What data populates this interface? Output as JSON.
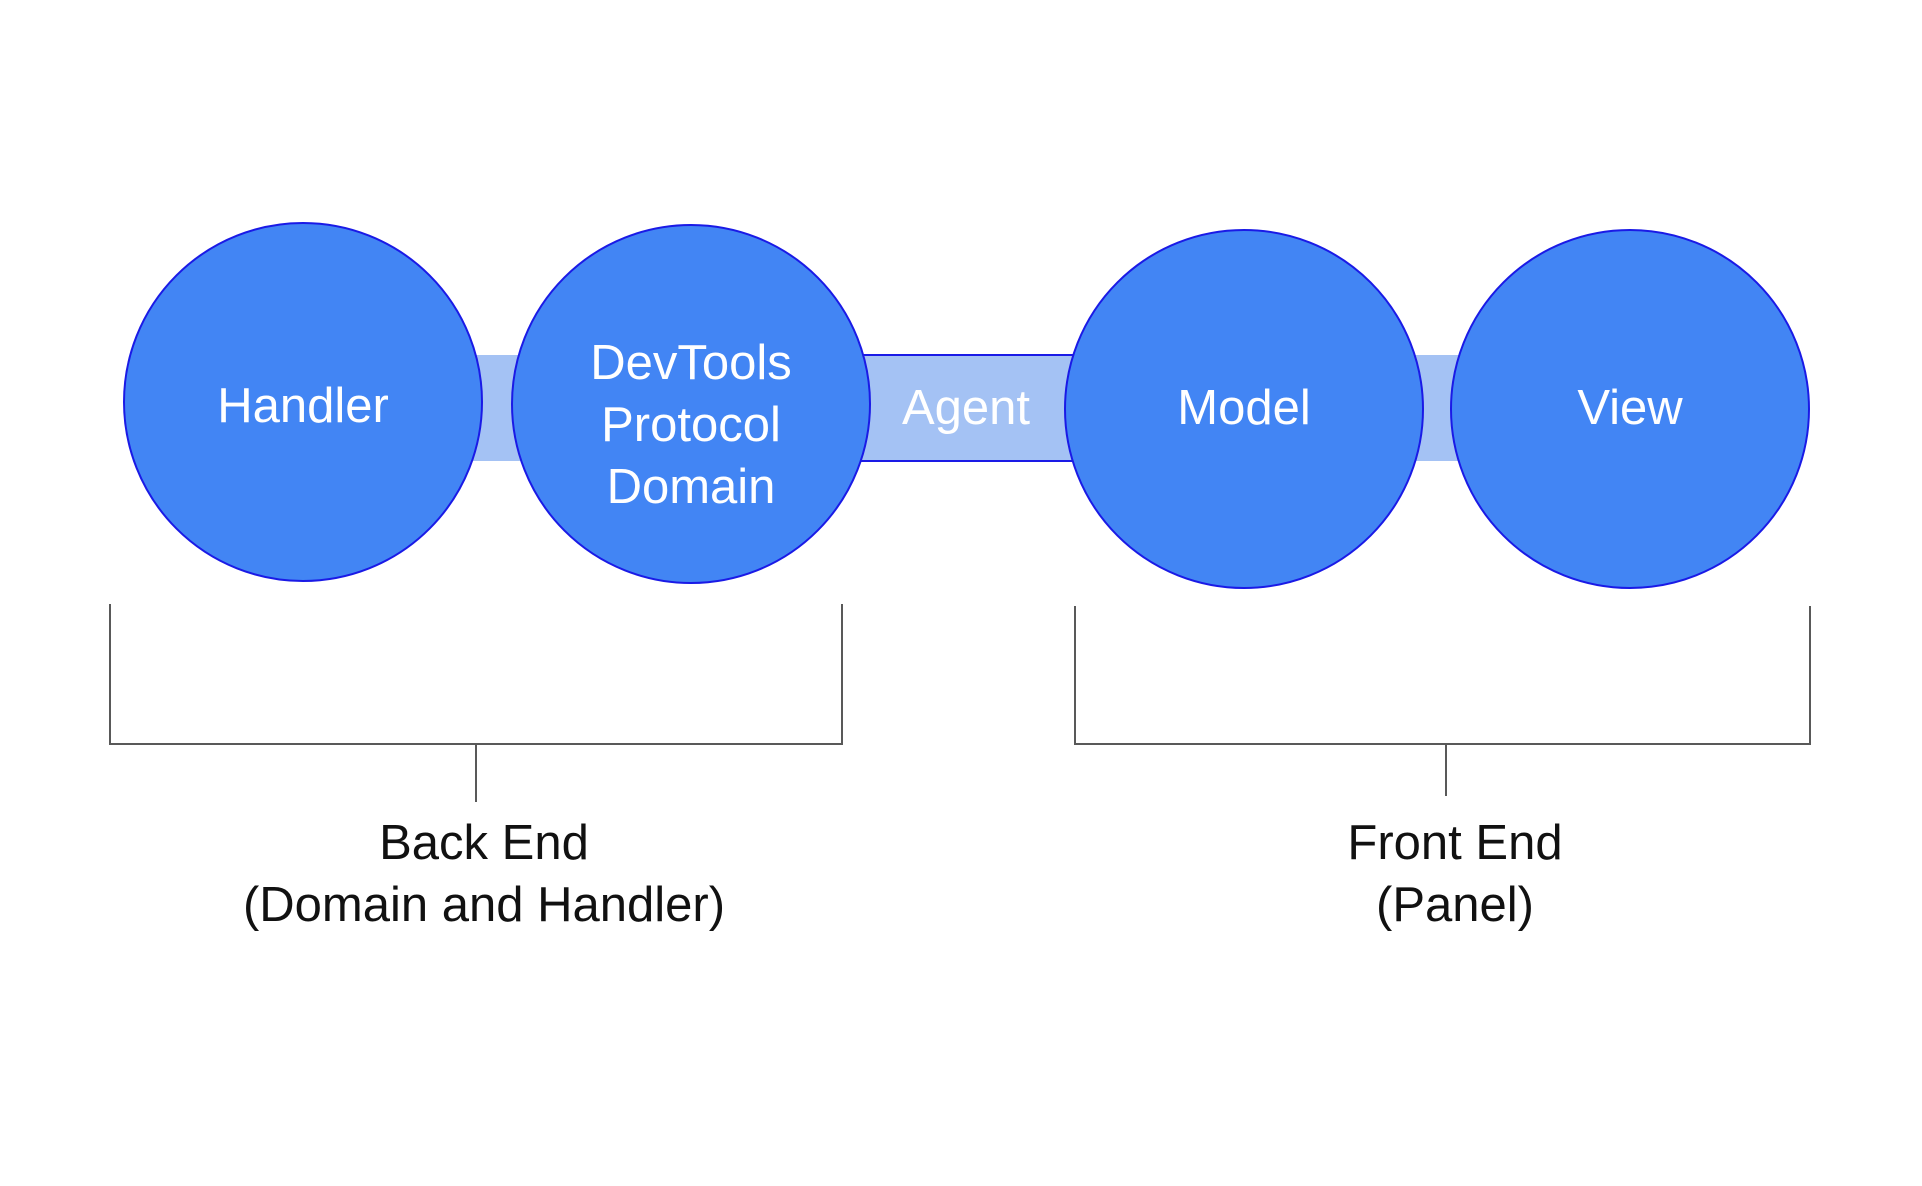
{
  "nodes": {
    "handler": {
      "label": "Handler"
    },
    "domain": {
      "lines": [
        "DevTools",
        "Protocol",
        "Domain"
      ]
    },
    "model": {
      "label": "Model"
    },
    "view": {
      "label": "View"
    }
  },
  "connectors": {
    "agent": {
      "label": "Agent"
    }
  },
  "groups": {
    "back_end": {
      "lines": [
        "Back End",
        "(Domain and Handler)"
      ]
    },
    "front_end": {
      "lines": [
        "Front End",
        "(Panel)"
      ]
    }
  },
  "colors": {
    "node_fill": "#4285f4",
    "node_stroke": "#1a1ae6",
    "connector_fill": "#a4c2f4",
    "connector_stroke": "#1a1ae6",
    "bracket_stroke": "#595959",
    "node_text": "#ffffff",
    "group_text": "#111111"
  }
}
